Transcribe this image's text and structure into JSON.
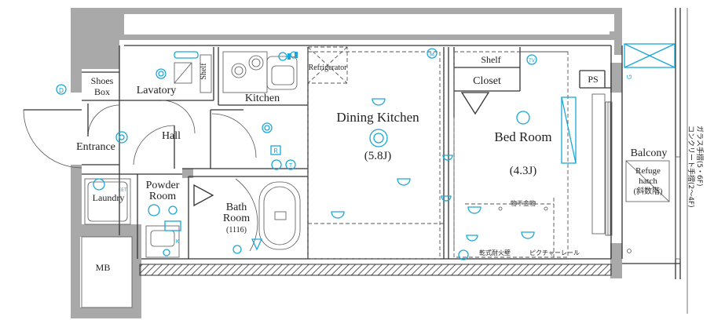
{
  "rooms": {
    "shoes_box": [
      "Shoes",
      "Box"
    ],
    "lavatory": "Lavatory",
    "shelf_small": "Shelf",
    "kitchen": "Kitchen",
    "refrigerator": "Refrigerator",
    "dining_kitchen": "Dining Kitchen",
    "dining_size": "(5.8J)",
    "shelf": "Shelf",
    "closet": "Closet",
    "ps": "PS",
    "bed_room": "Bed Room",
    "bed_size": "(4.3J)",
    "entrance": "Entrance",
    "hall": "Hall",
    "powder_room": [
      "Powder",
      "Room"
    ],
    "laundry": "Laundry",
    "bath_room": [
      "Bath",
      "Room"
    ],
    "bath_size": "(1116)",
    "balcony": "Balcony",
    "refuge_hatch": [
      "Refuge",
      "hatch",
      "(斜数階)"
    ],
    "mb": "MB",
    "hanger": "物干金物",
    "dry_wall": "乾式耐火壁",
    "picture_rail": "ピクチャーレール",
    "railing_note": [
      "ガラス手摺(5・6F)",
      "コンクリート手摺(2〜4F)"
    ]
  },
  "markers": {
    "d": "D",
    "m": "M",
    "tv": "TV",
    "r": "R",
    "t": "T",
    "g": "G",
    "k": "K",
    "eet": "EET"
  }
}
